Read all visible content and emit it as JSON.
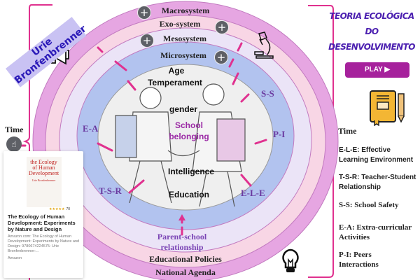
{
  "title_lines": [
    "TEORIA ECOLÓGICA",
    "DO",
    "DESENVOLVIMENTO"
  ],
  "play_button": "PLAY ▶",
  "author_tag": {
    "line1": "Urie",
    "line2": "Bronfenbrenner"
  },
  "time_label": "Time",
  "rings": {
    "macrosystem": "Macrosystem",
    "exosystem": "Exo-system",
    "mesosystem": "Mesosystem",
    "microsystem": "Microsystem"
  },
  "inner_labels": {
    "age": "Age",
    "temperament": "Temperament",
    "gender": "gender",
    "school_belonging_1": "School",
    "school_belonging_2": "belonging",
    "intelligence": "Intelligence",
    "education": "Education"
  },
  "relations": {
    "ea": "E-A",
    "tsr": "T-S-R",
    "ss": "S-S",
    "pi": "P-I",
    "ele": "E-L-E"
  },
  "bottom_labels": {
    "parent_school_1": "Parent-school",
    "parent_school_2": "relationship",
    "educational_policies": "Educational  Policies",
    "national_agenda": "National Agenda"
  },
  "legend": [
    {
      "line1": "E-L-E: Effective",
      "line2": "Learning Environment"
    },
    {
      "line1": "T-S-R: Teacher-Student",
      "line2": "Relationship"
    },
    {
      "line1": "S-S: School Safety",
      "line2": ""
    },
    {
      "line1": "E-A: Extra-curricular",
      "line2": "Activities"
    },
    {
      "line1": "P-I: Peers",
      "line2": "Interactions"
    }
  ],
  "card": {
    "book_cover": "the Ecology of Human Development",
    "book_author": "Urie Bronfenbrenner",
    "rating_count": "70",
    "title": "The Ecology of Human Development: Experiments by Nature and Design",
    "description": "Amazon.com: The Ecology of Human Development: Experiments by Nature and Design: 9780674224575: Urie Bronfenbrenner:...",
    "source": "Amazon"
  },
  "colors": {
    "macro": "#e6a6e2",
    "exo": "#f8d6e5",
    "meso": "#ebe4f7",
    "micro": "#b2c3ef",
    "inner": "#efefef",
    "accent": "#e0318f",
    "title": "#4b1fb0",
    "play": "#a6219c"
  }
}
